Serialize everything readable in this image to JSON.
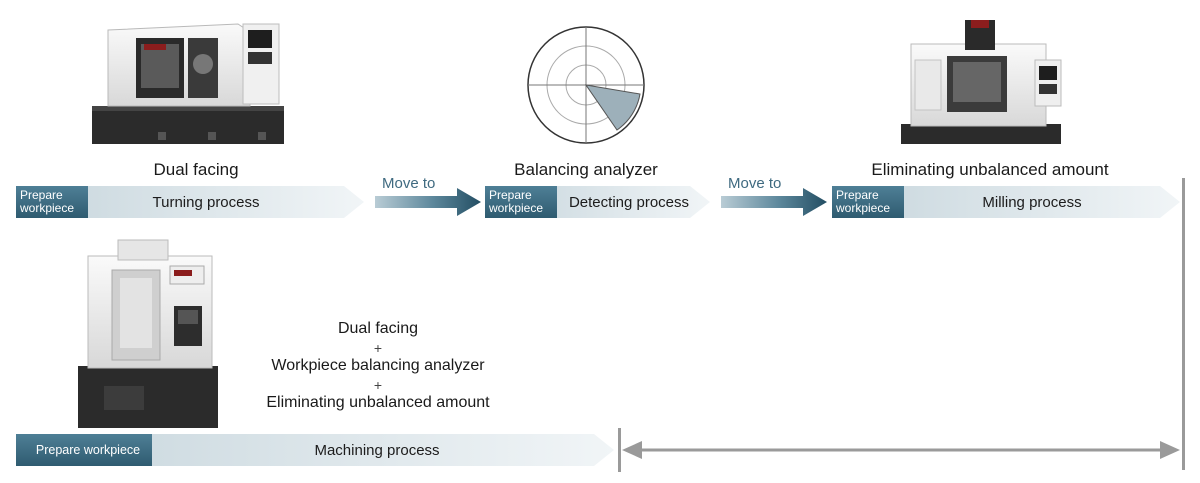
{
  "row1": {
    "stage1": {
      "caption": "Dual facing",
      "prepare_line1": "Prepare",
      "prepare_line2": "workpiece",
      "process_label": "Turning process",
      "machine_icon": "cnc-turning-lathe-icon"
    },
    "move1_label": "Move to",
    "stage2": {
      "caption": "Balancing analyzer",
      "prepare_line1": "Prepare",
      "prepare_line2": "workpiece",
      "process_label": "Detecting process",
      "machine_icon": "balancing-analyzer-polar-plot-icon"
    },
    "move2_label": "Move to",
    "stage3": {
      "caption": "Eliminating unbalanced amount",
      "prepare_line1": "Prepare",
      "prepare_line2": "workpiece",
      "process_label": "Milling process",
      "machine_icon": "vertical-machining-center-icon"
    }
  },
  "row2": {
    "combo_line1": "Dual facing",
    "combo_plus1": "+",
    "combo_line2": "Workpiece balancing analyzer",
    "combo_plus2": "+",
    "combo_line3": "Eliminating unbalanced amount",
    "prepare_label": "Prepare workpiece",
    "process_label": "Machining process",
    "machine_icon": "vertical-turning-center-icon"
  },
  "colors": {
    "prepare_dark": "#3c6b82",
    "bar_light": "#dde6ea",
    "arrow_dark": "#2d5a70",
    "gray_line": "#9a9a9a"
  }
}
